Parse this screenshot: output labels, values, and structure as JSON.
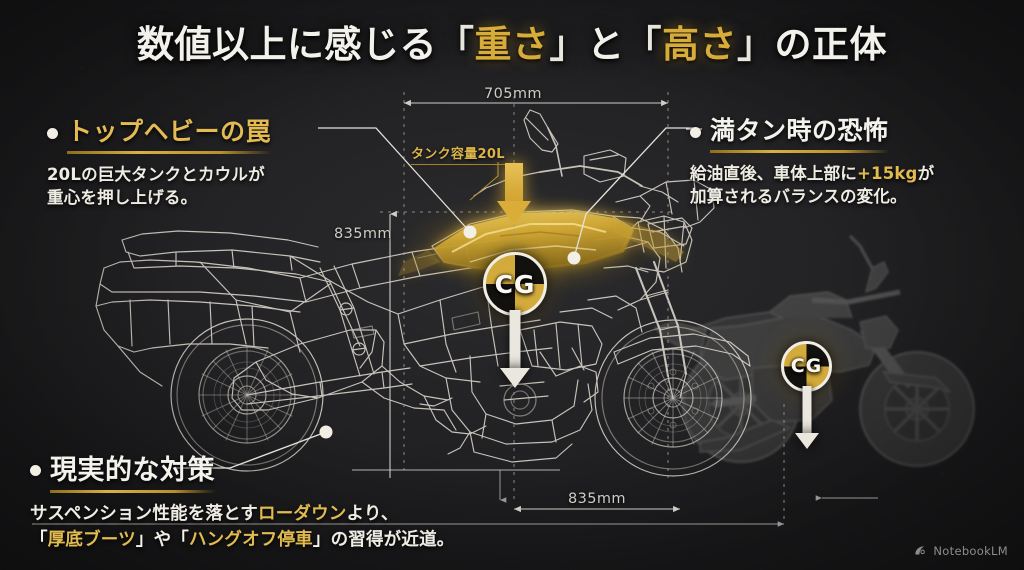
{
  "title": {
    "part1": "数値以上に感じる",
    "open1": "「",
    "gold1": "重さ",
    "close1": "」",
    "mid": "と",
    "open2": "「",
    "gold2": "高さ",
    "close2": "」",
    "part2": "の正体"
  },
  "callouts": {
    "left": {
      "heading": "トップヘビーの罠",
      "line1": "20Lの巨大タンクとカウルが",
      "line2": "重心を押し上げる。"
    },
    "right": {
      "heading": "満タン時の恐怖",
      "line1_a": "給油直後、車体上部に",
      "line1_gold": "+15kg",
      "line1_b": "が",
      "line2": "加算されるバランスの変化。"
    },
    "bottom": {
      "heading": "現実的な対策",
      "line1_a": "サスペンション性能を落とす",
      "line1_gold": "ローダウン",
      "line1_b": "より、",
      "line2_q1o": "「",
      "line2_g1": "厚底ブーツ",
      "line2_q1c": "」",
      "line2_mid": "や",
      "line2_q2o": "「",
      "line2_g2": "ハングオフ停車",
      "line2_q2c": "」",
      "line2_tail": "の習得が近道。"
    }
  },
  "annotations": {
    "tank_capacity": "タンク容量20L",
    "cg_label_main": "CG",
    "cg_label_compare": "CG"
  },
  "dimensions": {
    "width_top": "705mm",
    "height_left": "835mm",
    "length_bottom": "835mm"
  },
  "watermark": {
    "label": "NotebookLM"
  },
  "colors": {
    "background": "#232325",
    "gold": "#d7ac3a",
    "gold_light": "#e3bb52",
    "text": "#f3f1ec",
    "dim_line": "#cfccc6",
    "wire": "#d9d6ce",
    "ghost": "#6d6c6a"
  }
}
